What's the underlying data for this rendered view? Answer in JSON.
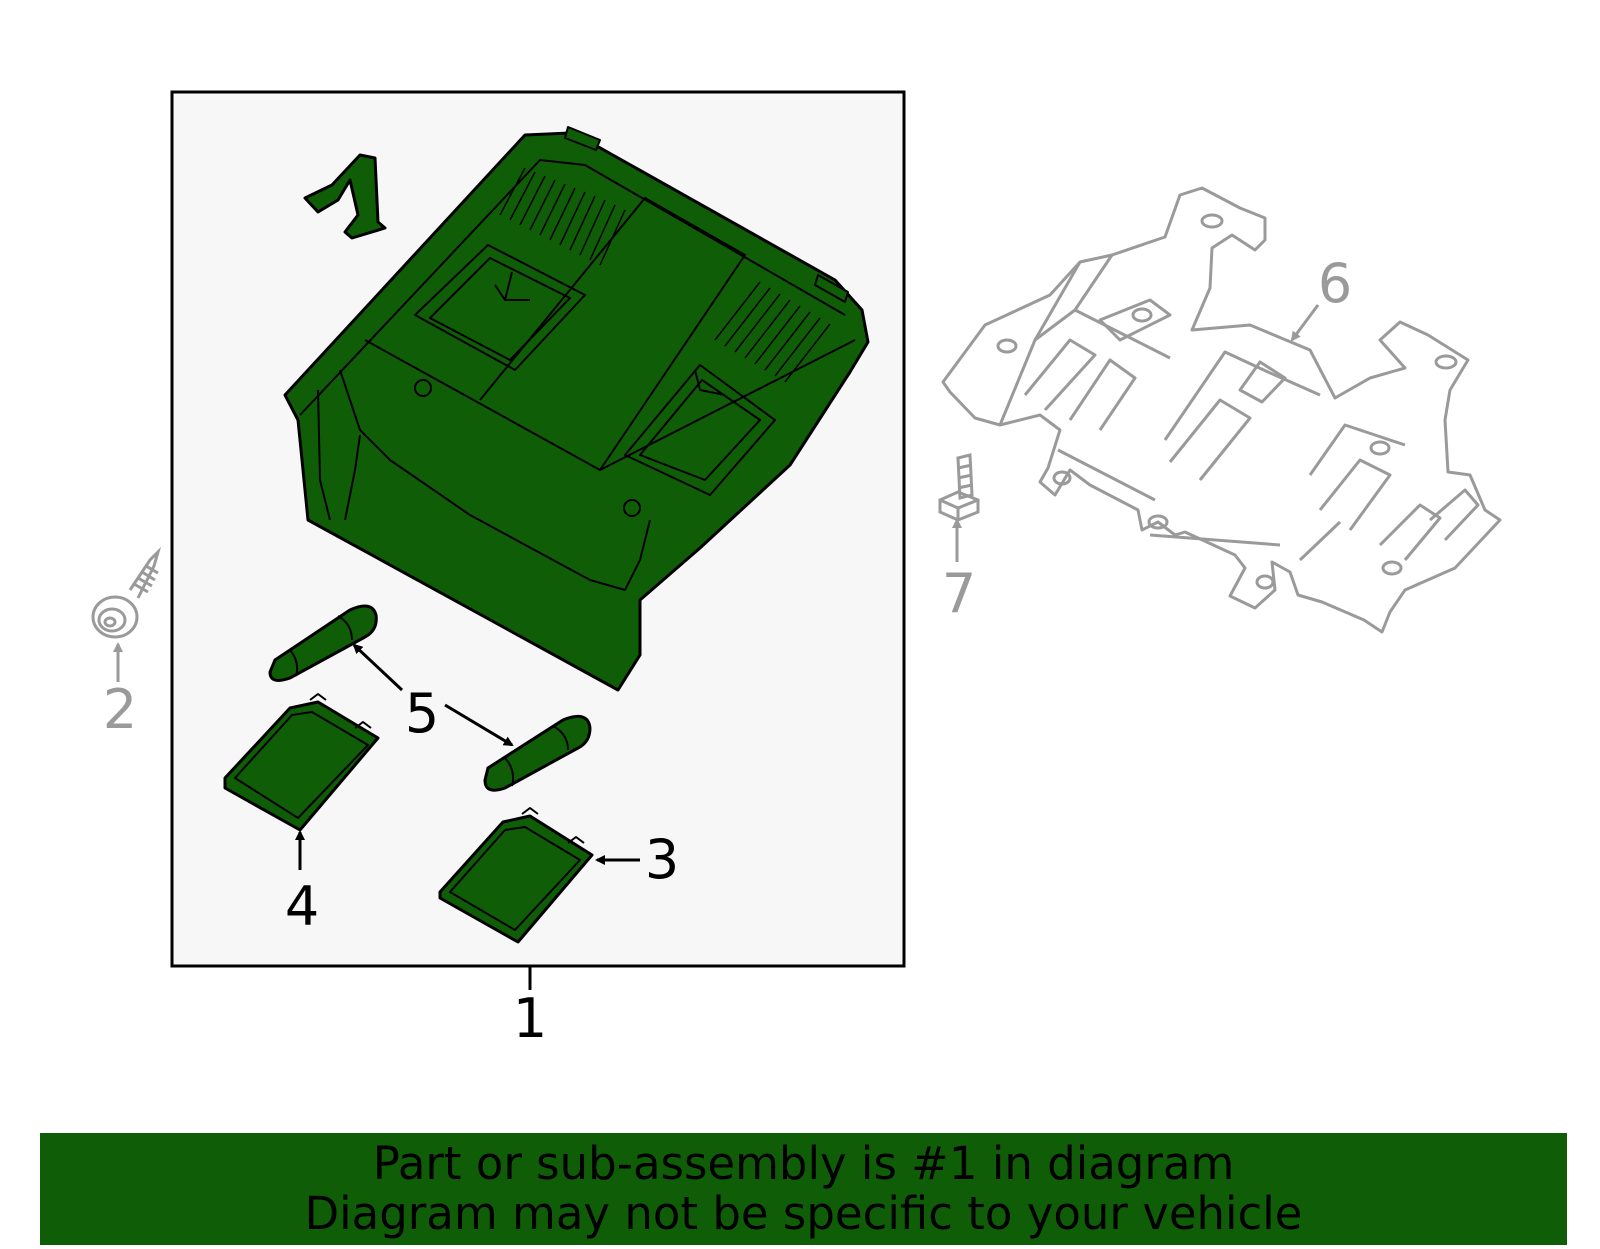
{
  "colors": {
    "part_fill": "#0f5e07",
    "part_stroke": "#000000",
    "context_stroke": "#9a9a9a",
    "panel_bg": "#f7f7f7",
    "banner_bg": "#0f5e07"
  },
  "callouts": {
    "c1": "1",
    "c2": "2",
    "c3": "3",
    "c4": "4",
    "c5": "5",
    "c6": "6",
    "c7": "7"
  },
  "banner": {
    "line1": "Part or sub-assembly is #1 in diagram",
    "line2": "Diagram may not be specific to your vehicle"
  }
}
